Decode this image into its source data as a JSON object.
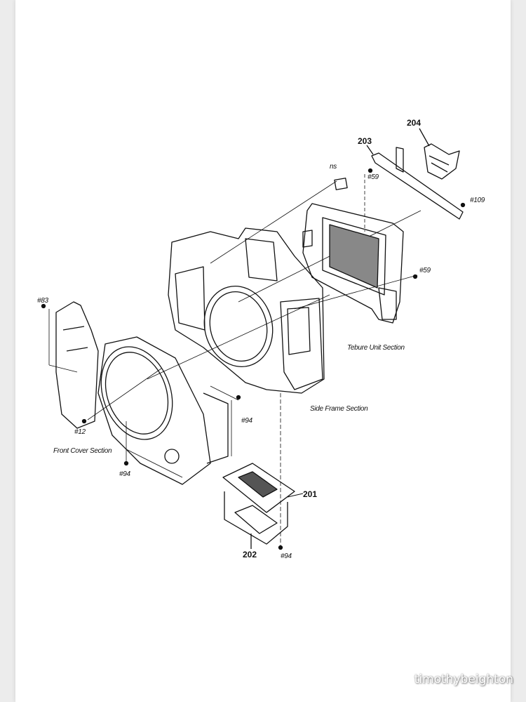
{
  "diagram": {
    "part_numbers": {
      "p201": "201",
      "p202": "202",
      "p203": "203",
      "p204": "204"
    },
    "screws": {
      "s83": "#83",
      "s12": "#12",
      "s94a": "#94",
      "s94b": "#94",
      "s94c": "#94",
      "s59a": "#59",
      "s59b": "#59",
      "s109": "#109",
      "ns": "ns"
    },
    "sections": {
      "tebure": "Tebure Unit Section",
      "side_frame": "Side Frame Section",
      "front_cover": "Front Cover Section"
    }
  },
  "watermark": "timothybeighton"
}
